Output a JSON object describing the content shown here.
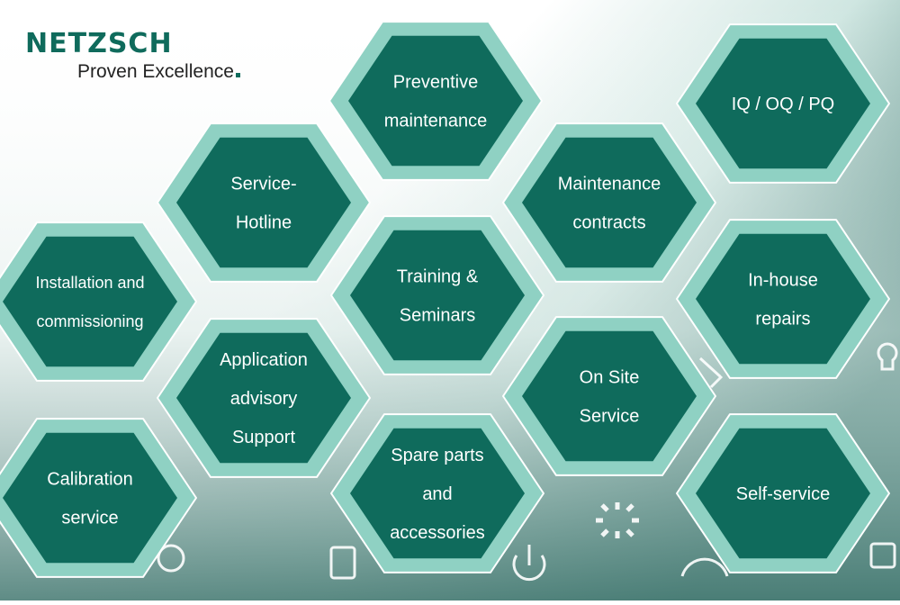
{
  "logo": {
    "brand": "NETZSCH",
    "tagline": "Proven Excellence"
  },
  "colors": {
    "hex_fill": "#0f6b5c",
    "hex_border": "#8fd1c3",
    "brand_green": "#0f6b5c"
  },
  "services": [
    {
      "lines": [
        "Preventive",
        "maintenance"
      ]
    },
    {
      "lines": [
        "IQ / OQ / PQ"
      ]
    },
    {
      "lines": [
        "Service-",
        "Hotline"
      ]
    },
    {
      "lines": [
        "Maintenance",
        "contracts"
      ]
    },
    {
      "lines": [
        "Installation and",
        "commissioning"
      ]
    },
    {
      "lines": [
        "Training &",
        "Seminars"
      ]
    },
    {
      "lines": [
        "In-house",
        "repairs"
      ]
    },
    {
      "lines": [
        "Application",
        "advisory",
        "Support"
      ]
    },
    {
      "lines": [
        "On Site",
        "Service"
      ]
    },
    {
      "lines": [
        "Calibration",
        "service"
      ]
    },
    {
      "lines": [
        "Spare parts",
        "and",
        "accessories"
      ]
    },
    {
      "lines": [
        "Self-service"
      ]
    }
  ],
  "background_icons": [
    "gear-icon",
    "checklist-icon",
    "power-icon",
    "sun-burst-icon",
    "gauge-icon",
    "lightbulb-icon",
    "chip-icon",
    "tool-icon"
  ]
}
